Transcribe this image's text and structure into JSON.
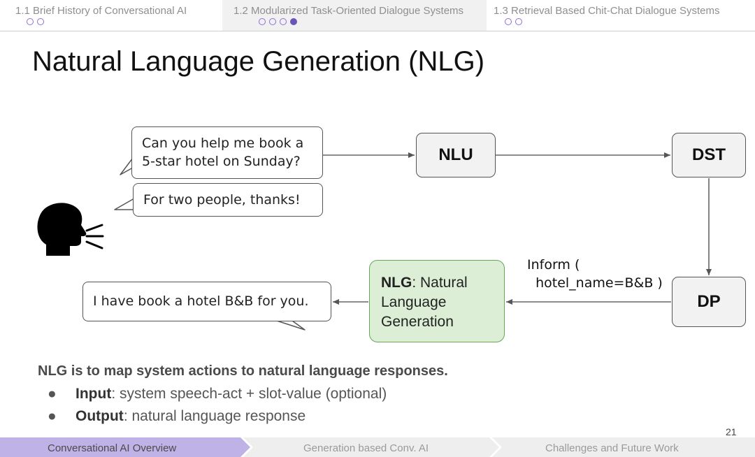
{
  "top_nav": {
    "sections": [
      {
        "label": "1.1 Brief History of Conversational AI",
        "dots": 2,
        "filled": -1,
        "active": false
      },
      {
        "label": "1.2 Modularized Task-Oriented Dialogue Systems",
        "dots": 4,
        "filled": 3,
        "active": true
      },
      {
        "label": "1.3 Retrieval Based Chit-Chat Dialogue Systems",
        "dots": 2,
        "filled": -1,
        "active": false
      }
    ]
  },
  "title": "Natural Language Generation (NLG)",
  "diagram": {
    "user_bubble_1": {
      "line1": "Can you help me book a",
      "line2": "5-star hotel on Sunday?"
    },
    "user_bubble_2": "For two people, thanks!",
    "system_bubble": "I have book a hotel B&B for you.",
    "nlu_label": "NLU",
    "dst_label": "DST",
    "dp_label": "DP",
    "nlg_box": {
      "bold": "NLG",
      "rest1": ": Natural",
      "line2": "Language",
      "line3": "Generation"
    },
    "inform": {
      "line1": "Inform (",
      "line2": "  hotel_name=B&B )"
    },
    "speaker_icon": "speaking-head-icon"
  },
  "body": {
    "heading": "NLG is to map system actions to natural language responses.",
    "bullets": [
      {
        "key": "Input",
        "text": ": system speech-act + slot-value (optional)"
      },
      {
        "key": "Output",
        "text": ": natural language response"
      }
    ]
  },
  "page_number": "21",
  "bottom_nav": {
    "items": [
      "Conversational AI Overview",
      "Generation based Conv. AI",
      "Challenges and Future Work"
    ]
  },
  "colors": {
    "accent_purple": "#8e6fd6",
    "nlg_fill": "#dcefd6",
    "nlg_border": "#67a657",
    "bottom_active": "#bfb2e6",
    "bottom_inactive": "#eeeeee"
  }
}
